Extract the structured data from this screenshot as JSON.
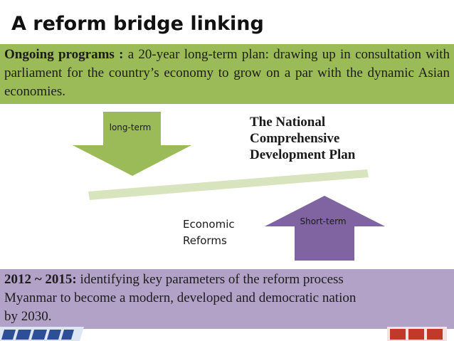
{
  "title": "A reform bridge linking",
  "ongoing": {
    "label": "Ongoing programs :",
    "text": " a 20-year long-term plan: drawing up in consultation with parliament for the country’s economy to grow on a par with the dynamic Asian economies."
  },
  "diagram": {
    "down_arrow_label": "long-term",
    "up_arrow_label": "Short-term",
    "plan_line1": "The National",
    "plan_line2": "Comprehensive",
    "plan_line3": "Development Plan",
    "reforms_line1": "Economic",
    "reforms_line2": "Reforms",
    "colors": {
      "green": "#9bbb59",
      "purple": "#8064a2",
      "bridge": "#d7e4bd"
    }
  },
  "timeline": {
    "label": "2012 ~ 2015:",
    "text": " identifying key parameters of the reform process",
    "line2": "Myanmar to become a modern, developed and democratic nation",
    "line3": "by 2030."
  }
}
